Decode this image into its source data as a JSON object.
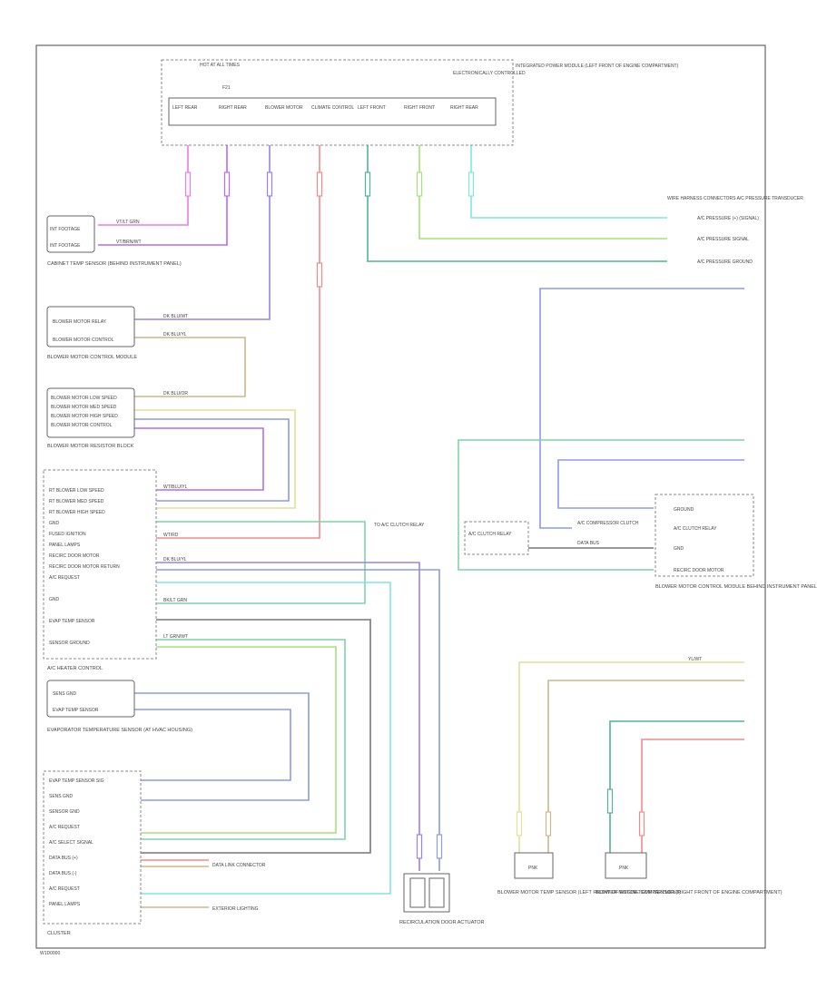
{
  "footer": {
    "code": "W1D0000"
  },
  "top_module": {
    "header": "HOT AT ALL TIMES",
    "fuse": "F21",
    "cells": [
      "LEFT REAR",
      "RIGHT REAR",
      "BLOWER MOTOR",
      "CLIMATE CONTROL",
      "LEFT FRONT",
      "RIGHT FRONT",
      "RIGHT REAR"
    ],
    "ident": "INTEGRATED POWER MODULE (LEFT FRONT OF ENGINE COMPARTMENT)",
    "sub_label": "ELECTRONICALLY CONTROLLED"
  },
  "left_components": {
    "c1": [
      "INT FOOTAGE",
      "INT FOOTAGE"
    ],
    "c1_caption": "CABINET TEMP SENSOR (BEHIND INSTRUMENT PANEL)",
    "c2": [
      "BLOWER MOTOR RELAY",
      "BLOWER MOTOR CONTROL"
    ],
    "c2_caption": "BLOWER MOTOR CONTROL MODULE",
    "c3": [
      "BLOWER MOTOR LOW SPEED",
      "BLOWER MOTOR MED SPEED",
      "BLOWER MOTOR HIGH SPEED",
      "BLOWER MOTOR CONTROL"
    ],
    "c3_caption": "BLOWER MOTOR RESISTOR BLOCK",
    "hvac_module": [
      "RT BLOWER LOW SPEED",
      "RT BLOWER MED SPEED",
      "RT BLOWER HIGH SPEED",
      "GND",
      "FUSED IGNITION",
      "PANEL LAMPS",
      "RECIRC DOOR MOTOR",
      "RECIRC DOOR MOTOR RETURN",
      "A/C REQUEST",
      "",
      "GND",
      "",
      "EVAP TEMP SENSOR",
      "",
      "SENSOR GROUND"
    ],
    "hvac_caption": "A/C HEATER CONTROL",
    "c5": [
      "SENS GND",
      "EVAP TEMP SENSOR"
    ],
    "c5_caption": "EVAPORATOR TEMPERATURE SENSOR (AT HVAC HOUSING)",
    "cluster": [
      "EVAP TEMP SENSOR SIG",
      "SENS GND",
      "SENSOR GND",
      "A/C REQUEST",
      "A/C SELECT SIGNAL",
      "DATA BUS (+)",
      "DATA BUS (-)",
      "A/C REQUEST",
      "PANEL LAMPS"
    ],
    "cluster_caption": "CLUSTER",
    "cluster_notes": [
      "DATA LINK CONNECTOR",
      "EXTERIOR LIGHTING"
    ]
  },
  "right_side": {
    "header_note": "WIRE HARNESS CONNECTORS A/C PRESSURE TRANSDUCER",
    "pressure_labels": [
      "A/C PRESSURE (+) (SIGNAL)",
      "A/C PRESSURE SIGNAL",
      "A/C PRESSURE GROUND"
    ],
    "link_note": "TO A/C CLUTCH RELAY",
    "right_relay_labels": [
      "GROUND",
      "A/C CLUTCH RELAY",
      "GND",
      "RECIRC DOOR MOTOR"
    ],
    "relay_caption": "A/C CLUTCH RELAY",
    "relay_notes": [
      "A/C COMPRESSOR CLUTCH",
      "DATA BUS"
    ],
    "right_caption": "BLOWER MOTOR CONTROL MODULE BEHIND INSTRUMENT PANEL",
    "sensor_captions": [
      "BLOWER MOTOR TEMP SENSOR (LEFT FRONT OF ENGINE COMPARTMENT)",
      "BLOWER MOTOR TEMP SENSOR (RIGHT FRONT OF ENGINE COMPARTMENT)"
    ],
    "sensor_labels": [
      "PNK",
      "PNK"
    ],
    "recirc_caption": "RECIRCULATION DOOR ACTUATOR"
  },
  "wire_colors": {
    "pink": "#e87de6",
    "magenta": "#b76cf0",
    "violet": "#9b82e8",
    "blue": "#8a9be8",
    "green": "#7fd3a8",
    "teal": "#4fb39a",
    "cyan": "#7fe6e0",
    "lime": "#a6e07a",
    "yellow": "#e6de98",
    "tan": "#cbb98a",
    "red": "#f08a8a",
    "dark": "#777777"
  },
  "wire_labels": {
    "w1": "VT/LT GRN",
    "w2": "VT/BRN/WT",
    "w3": "DK BLU/WT",
    "w4": "DK BLU/YL",
    "w5": "DK BLU/OR",
    "w6": "WT/BLU/YL",
    "w7": "DK BLU/YL",
    "w8": "BK/LT GRN",
    "w9": "LT GRN/WT",
    "w10": "WT/RD",
    "w11": "YL/WT"
  }
}
